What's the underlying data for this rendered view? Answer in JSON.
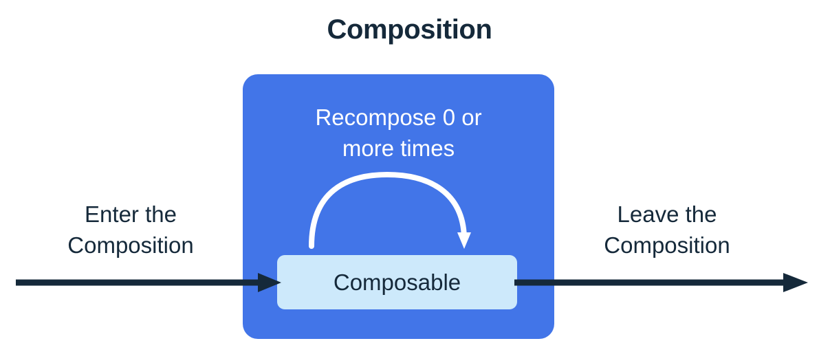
{
  "diagram": {
    "title": "Composition",
    "colors": {
      "background": "#ffffff",
      "outer_box": "#4275e8",
      "inner_box": "#cde9fb",
      "text_dark": "#15293a",
      "text_light": "#ffffff",
      "arrow_dark": "#15293a",
      "arrow_light": "#ffffff"
    },
    "outer_box": {
      "name": "Composition",
      "caption_line_1": "Recompose 0 or",
      "caption_line_2": "more times"
    },
    "inner_box": {
      "label": "Composable"
    },
    "left_label": {
      "line_1": "Enter the",
      "line_2": "Composition"
    },
    "right_label": {
      "line_1": "Leave the",
      "line_2": "Composition"
    },
    "arrows": {
      "enter": "enter-composition-arrow",
      "leave": "leave-composition-arrow",
      "recompose": "recompose-loop-arrow"
    }
  }
}
